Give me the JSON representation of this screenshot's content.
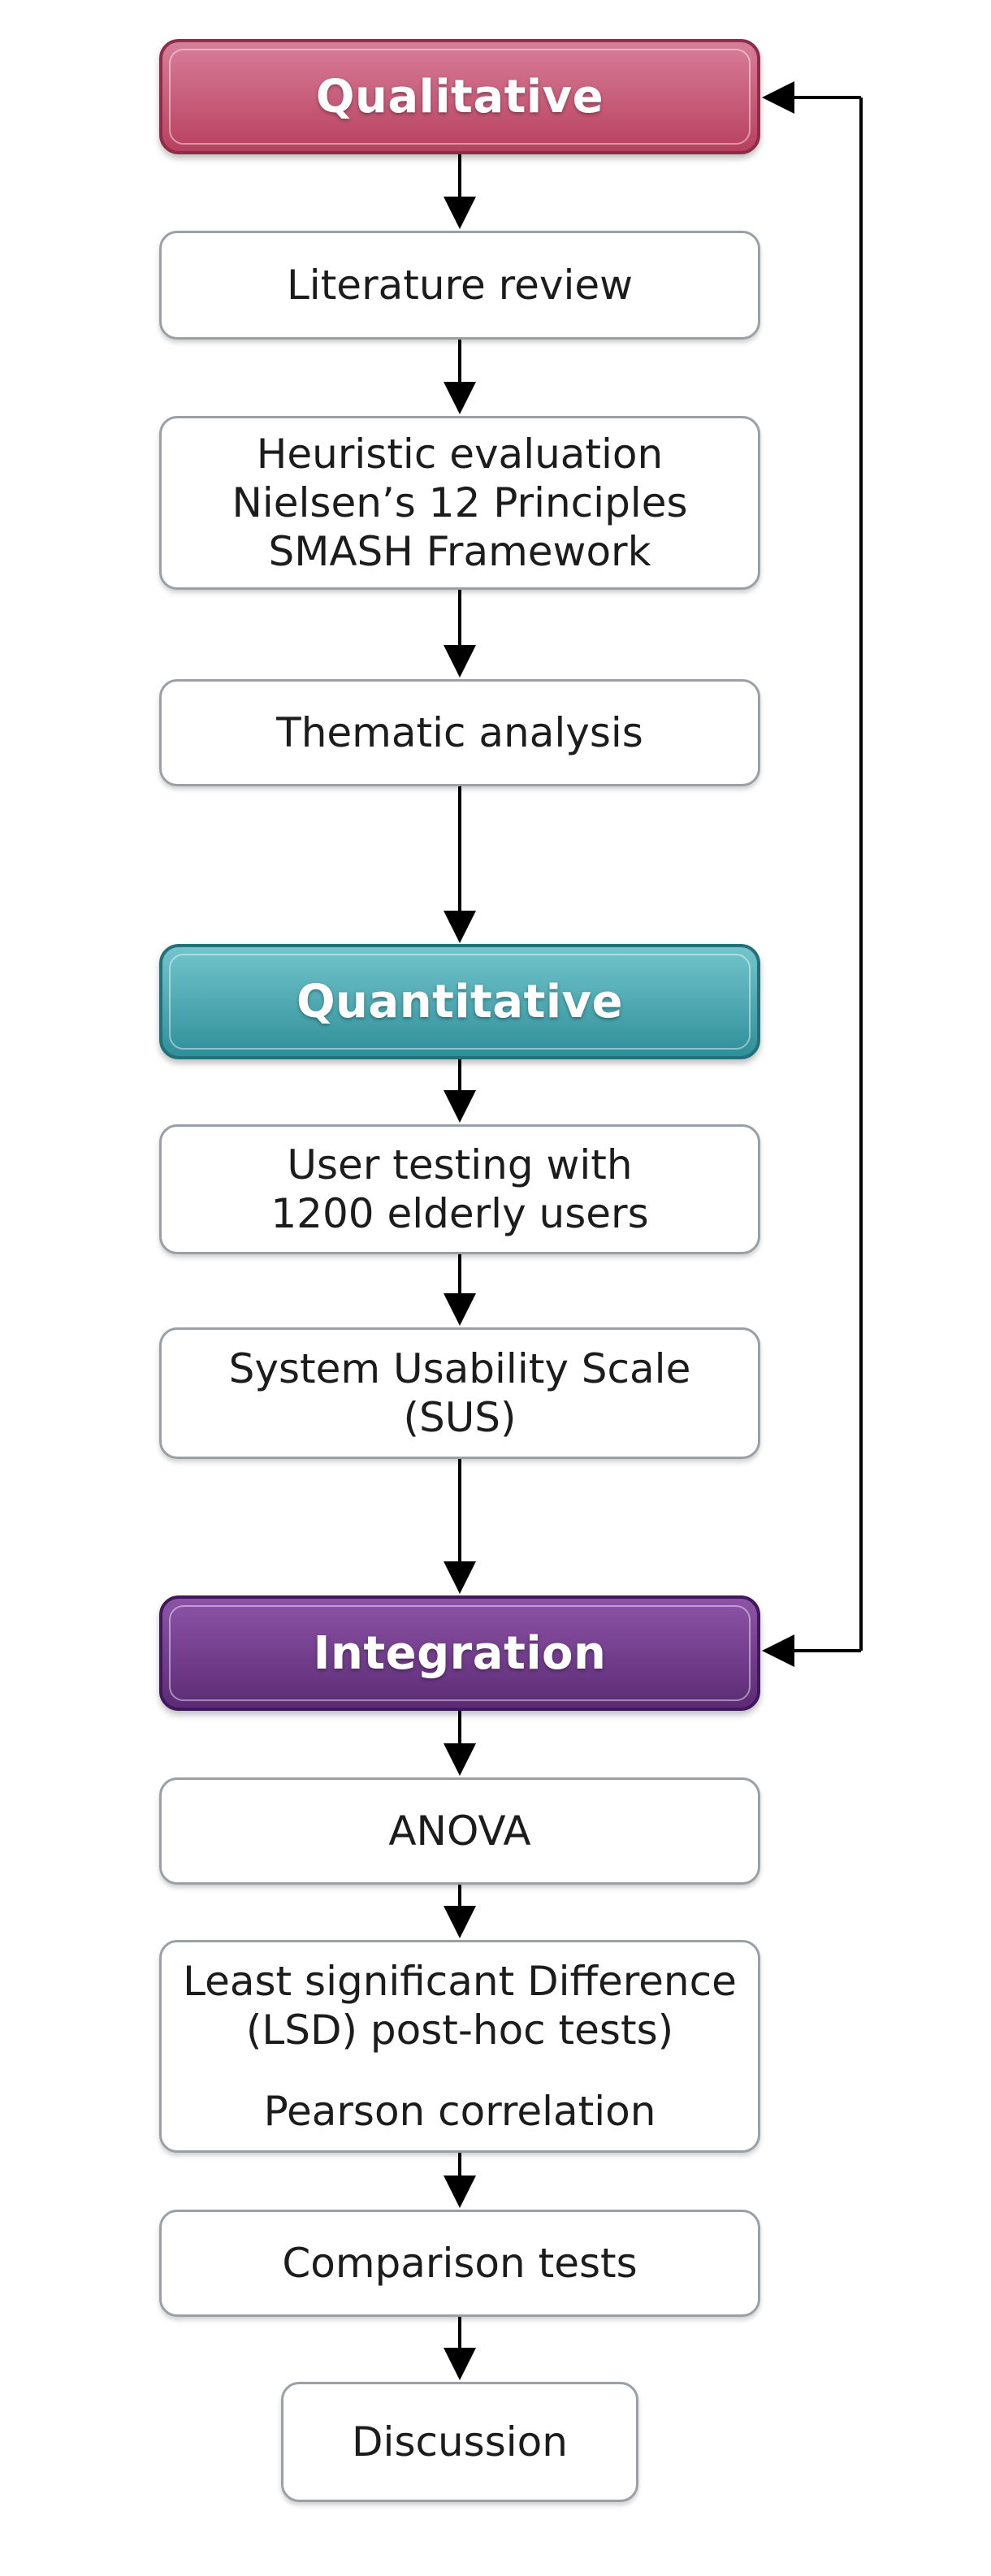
{
  "phases": {
    "qualitative": "Qualitative",
    "quantitative": "Quantitative",
    "integration": "Integration"
  },
  "steps": {
    "literature_review": [
      "Literature review"
    ],
    "heuristic_evaluation": [
      "Heuristic evaluation",
      "Nielsen’s 12 Principles",
      "SMASH Framework"
    ],
    "thematic_analysis": [
      "Thematic analysis"
    ],
    "user_testing": [
      "User testing with",
      "1200 elderly users"
    ],
    "sus": [
      "System Usability Scale",
      "(SUS)"
    ],
    "anova": [
      "ANOVA"
    ],
    "lsd_pearson": [
      "Least significant Difference",
      "(LSD) post-hoc tests)"
    ],
    "pearson": [
      "Pearson correlation"
    ],
    "comparison_tests": [
      "Comparison tests"
    ],
    "discussion": [
      "Discussion"
    ]
  },
  "colors": {
    "qualitative": "#b8405f",
    "quantitative": "#2f8f99",
    "integration": "#5b2b75",
    "arrow": "#000000"
  }
}
